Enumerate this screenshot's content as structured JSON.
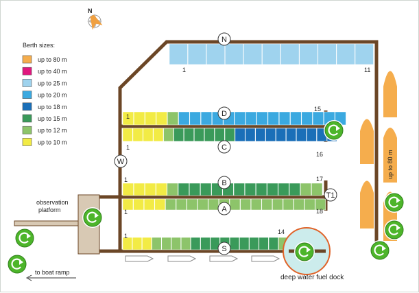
{
  "legend": {
    "title": "Berth sizes:",
    "items": [
      {
        "label": "up to 80 m",
        "color": "#f5ad4d"
      },
      {
        "label": "up to 40 m",
        "color": "#e0177e"
      },
      {
        "label": "up to 25 m",
        "color": "#9fd3ee"
      },
      {
        "label": "up to 20 m",
        "color": "#3ba9e0"
      },
      {
        "label": "up to 18 m",
        "color": "#1a6fb8"
      },
      {
        "label": "up to 15 m",
        "color": "#3a9a5a"
      },
      {
        "label": "up to 12 m",
        "color": "#8dc46a"
      },
      {
        "label": "up to 10 m",
        "color": "#f2eb45"
      }
    ]
  },
  "compass": {
    "letter": "N"
  },
  "docks": {
    "N": {
      "label": "N",
      "start": "1",
      "end": "11"
    },
    "D": {
      "label": "D",
      "start": "1",
      "end": "15"
    },
    "C": {
      "label": "C",
      "start": "1",
      "end": "16"
    },
    "B": {
      "label": "B",
      "start": "1",
      "end": "17"
    },
    "A": {
      "label": "A",
      "start": "1",
      "end": "18"
    },
    "S": {
      "label": "S",
      "start": "1",
      "end": "14"
    },
    "W": {
      "label": "W"
    },
    "T1": {
      "label": "T1"
    }
  },
  "side_label": "up to 80 m",
  "observation_platform": "observation\nplatform",
  "boat_ramp": "to boat ramp",
  "fuel_dock": "deep water fuel dock",
  "colors": {
    "pier": "#6b4626",
    "platform": "#d8c9b4",
    "fuel_circle": "#ccecec",
    "fuel_ring": "#e0642a",
    "pumpout": "#4db52a"
  }
}
